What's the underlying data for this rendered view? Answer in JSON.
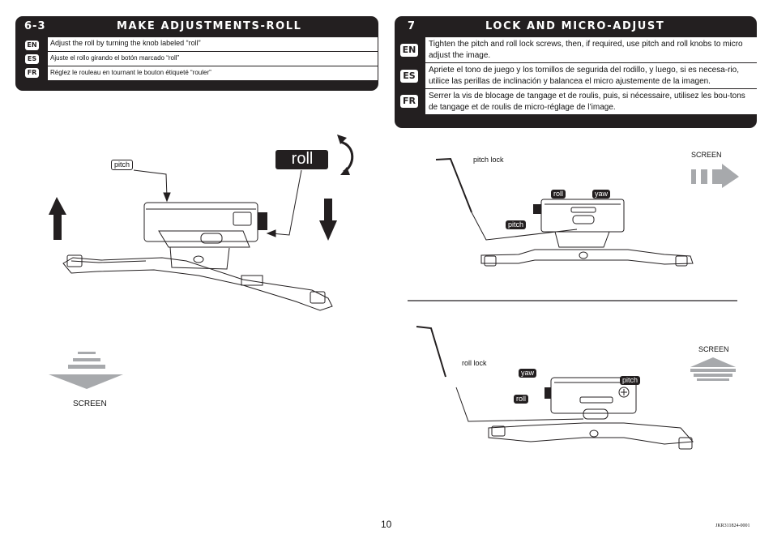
{
  "left_panel": {
    "step": "6-3",
    "title": "MAKE ADJUSTMENTS-ROLL",
    "rows": [
      {
        "lang": "EN",
        "text": "Adjust the roll by turning the knob labeled “roll”"
      },
      {
        "lang": "ES",
        "text": "Ajuste el rollo girando el botón marcado “roll”"
      },
      {
        "lang": "FR",
        "text": "Réglez le rouleau en tournant le bouton étiqueté “rouler”"
      }
    ]
  },
  "right_panel": {
    "step": "7",
    "title": "LOCK AND MICRO-ADJUST",
    "rows": [
      {
        "lang": "EN",
        "text": "Tighten the pitch and roll lock screws, then, if required, use pitch and roll knobs to micro adjust the image."
      },
      {
        "lang": "ES",
        "text": "Apriete el tono de juego y los tornillos de segurida del rodillo, y luego, si es necesa-rio, utilice las perillas de inclinación y balancea el micro ajustemente de la imagen."
      },
      {
        "lang": "FR",
        "text": "Serrer la vis de blocage de tangage et de roulis, puis, si nécessaire, utilisez les bou-tons de tangage et de roulis de micro-réglage de l’image."
      }
    ]
  },
  "figure_left": {
    "pitch_label": "pitch",
    "roll_label": "roll",
    "screen_label": "SCREEN"
  },
  "figure_right_top": {
    "pitch_lock_label": "pitch lock",
    "screen_label": "SCREEN",
    "roll_tag": "roll",
    "yaw_tag": "yaw",
    "pitch_tag": "pitch"
  },
  "figure_right_bottom": {
    "roll_lock_label": "roll lock",
    "screen_label": "SCREEN",
    "yaw_tag": "yaw",
    "pitch_tag": "pitch",
    "roll_tag": "roll"
  },
  "footer": {
    "page_number": "10",
    "doc_code": "JKR311824-0001"
  }
}
